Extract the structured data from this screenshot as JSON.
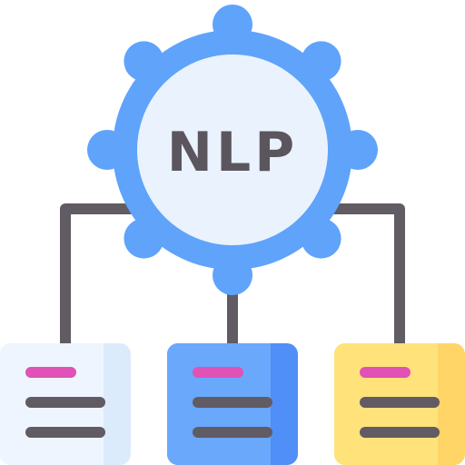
{
  "center": {
    "label": "NLP",
    "gear_icon": "gear-icon"
  },
  "colors": {
    "gear": "#5fa3fb",
    "gear_face": "#eaf3fd",
    "label": "#5b565e",
    "connector": "#615b63",
    "accent_line": "#e052b5",
    "doc_left": "#eef5fe",
    "doc_left_shade": "#dcebfc",
    "doc_middle": "#69a8fb",
    "doc_middle_shade": "#4f8ff7",
    "doc_right": "#ffe27a",
    "doc_right_shade": "#ffd567"
  },
  "documents": [
    {
      "id": "left",
      "icon": "document-icon"
    },
    {
      "id": "middle",
      "icon": "document-icon"
    },
    {
      "id": "right",
      "icon": "document-icon"
    }
  ]
}
